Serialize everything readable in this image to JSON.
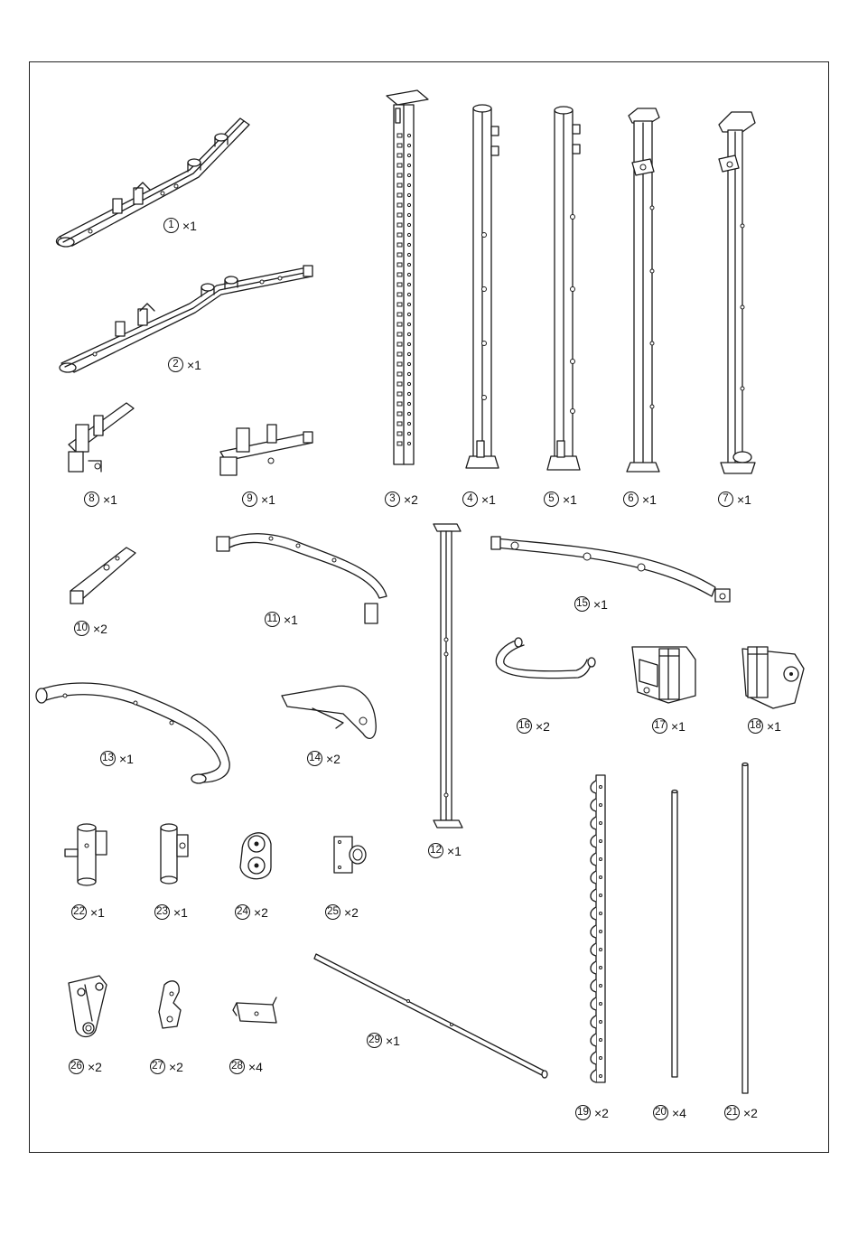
{
  "parts": [
    {
      "id": "p1",
      "number": "1",
      "qty": "×1"
    },
    {
      "id": "p2",
      "number": "2",
      "qty": "×1"
    },
    {
      "id": "p3",
      "number": "3",
      "qty": "×2"
    },
    {
      "id": "p4",
      "number": "4",
      "qty": "×1"
    },
    {
      "id": "p5",
      "number": "5",
      "qty": "×1"
    },
    {
      "id": "p6",
      "number": "6",
      "qty": "×1"
    },
    {
      "id": "p7",
      "number": "7",
      "qty": "×1"
    },
    {
      "id": "p8",
      "number": "8",
      "qty": "×1"
    },
    {
      "id": "p9",
      "number": "9",
      "qty": "×1"
    },
    {
      "id": "p10",
      "number": "10",
      "qty": "×2"
    },
    {
      "id": "p11",
      "number": "11",
      "qty": "×1"
    },
    {
      "id": "p12",
      "number": "12",
      "qty": "×1"
    },
    {
      "id": "p13",
      "number": "13",
      "qty": "×1"
    },
    {
      "id": "p14",
      "number": "14",
      "qty": "×2"
    },
    {
      "id": "p15",
      "number": "15",
      "qty": "×1"
    },
    {
      "id": "p16",
      "number": "16",
      "qty": "×2"
    },
    {
      "id": "p17",
      "number": "17",
      "qty": "×1"
    },
    {
      "id": "p18",
      "number": "18",
      "qty": "×1"
    },
    {
      "id": "p19",
      "number": "19",
      "qty": "×2"
    },
    {
      "id": "p20",
      "number": "20",
      "qty": "×4"
    },
    {
      "id": "p21",
      "number": "21",
      "qty": "×2"
    },
    {
      "id": "p22",
      "number": "22",
      "qty": "×1"
    },
    {
      "id": "p23",
      "number": "23",
      "qty": "×1"
    },
    {
      "id": "p24",
      "number": "24",
      "qty": "×2"
    },
    {
      "id": "p25",
      "number": "25",
      "qty": "×2"
    },
    {
      "id": "p26",
      "number": "26",
      "qty": "×2"
    },
    {
      "id": "p27",
      "number": "27",
      "qty": "×2"
    },
    {
      "id": "p28",
      "number": "28",
      "qty": "×4"
    },
    {
      "id": "p29",
      "number": "29",
      "qty": "×1"
    }
  ]
}
